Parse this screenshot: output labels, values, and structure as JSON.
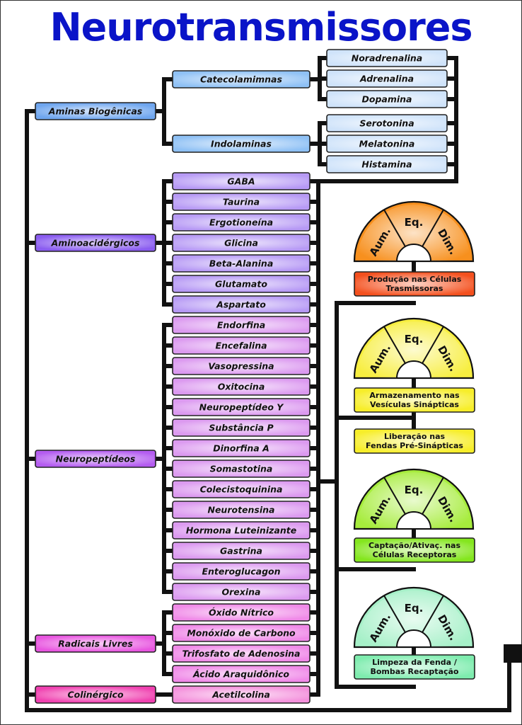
{
  "title": "Neurotransmissores",
  "groups": [
    {
      "label": "Aminas Biogênicas",
      "color": "#6fa6ef",
      "subgroups": [
        {
          "label": "Catecolamimnas",
          "color": "#8fc1f5",
          "items": [
            "Noradrenalina",
            "Adrenalina",
            "Dopamina"
          ],
          "item_color": "#cfe3fa"
        },
        {
          "label": "Indolaminas",
          "color": "#8fc1f5",
          "items": [
            "Serotonina",
            "Melatonina",
            "Histamina"
          ],
          "item_color": "#cfe3fa"
        }
      ]
    },
    {
      "label": "Aminoacidérgicos",
      "color": "#8a5cf0",
      "item_color": "#b79af5",
      "items": [
        "GABA",
        "Taurina",
        "Ergotioneína",
        "Glicina",
        "Beta-Alanina",
        "Glutamato",
        "Aspartato"
      ]
    },
    {
      "label": "Neuropeptídeos",
      "color": "#b45cf0",
      "item_color": "#dc9af0",
      "items": [
        "Endorfina",
        "Encefalina",
        "Vasopressina",
        "Oxitocina",
        "Neuropeptídeo Y",
        "Substância P",
        "Dinorfina A",
        "Somastotina",
        "Colecistoquinina",
        "Neurotensina",
        "Hormona Luteinizante",
        "Gastrina",
        "Enteroglucagon",
        "Orexina"
      ]
    },
    {
      "label": "Radicais Livres",
      "color": "#e855e0",
      "item_color": "#f08ae8",
      "items": [
        "Óxido Nítrico",
        "Monóxido de Carbono",
        "Trifosfato de Adenosina",
        "Ácido Araquidônico"
      ]
    },
    {
      "label": "Colinérgico",
      "color": "#f040b0",
      "item_color": "#f490dc",
      "items": [
        "Acetilcolina"
      ]
    }
  ],
  "gauge_labels": {
    "left": "Aum.",
    "middle": "Eq.",
    "right": "Dim."
  },
  "stages": [
    {
      "label_lines": [
        "Produção nas Células",
        "Trasmissoras"
      ],
      "color": "#f4501e",
      "gauge_color": "#f7901e",
      "has_gauge": true
    },
    {
      "label_lines": [
        "Armazenamento nas",
        "Vesículas Sinápticas"
      ],
      "color": "#f7ee2a",
      "gauge_color": "#f7ee40",
      "has_gauge": true
    },
    {
      "label_lines": [
        "Liberação nas",
        "Fendas Pré-Sinápticas"
      ],
      "color": "#f7ee2a",
      "has_gauge": false
    },
    {
      "label_lines": [
        "Captação/Ativaç. nas",
        "Células Receptoras"
      ],
      "color": "#84e61e",
      "gauge_color": "#a6ec3c",
      "has_gauge": true
    },
    {
      "label_lines": [
        "Limpeza da Fenda /",
        "Bombas Recaptação"
      ],
      "color": "#7eecae",
      "gauge_color": "#a6f0c8",
      "has_gauge": true
    }
  ]
}
